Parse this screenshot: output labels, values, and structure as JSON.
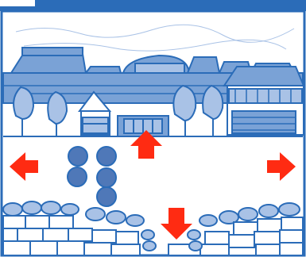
{
  "scene": {
    "name": "village-street",
    "colors": {
      "ink": "#2b6cb8",
      "fill": "#7aa2d6",
      "fill_light": "#a9c2e6",
      "paper": "#ffffff",
      "arrow": "#ff2b12"
    }
  },
  "navigation": {
    "arrows": [
      {
        "id": "left",
        "icon": "arrow-left-icon",
        "direction": "west"
      },
      {
        "id": "right",
        "icon": "arrow-right-icon",
        "direction": "east"
      },
      {
        "id": "up",
        "icon": "arrow-up-icon",
        "direction": "north"
      },
      {
        "id": "down",
        "icon": "arrow-down-icon",
        "direction": "south"
      }
    ]
  }
}
